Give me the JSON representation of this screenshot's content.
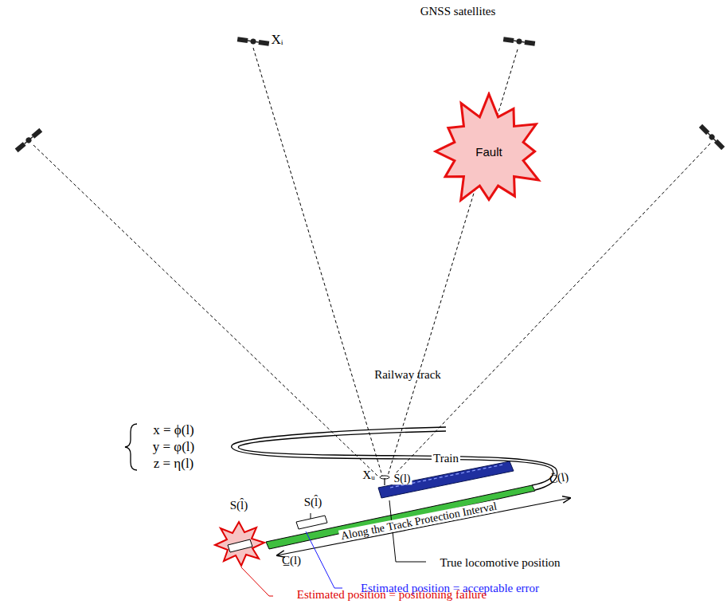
{
  "diagram": {
    "title": "GNSS satellites",
    "nodes": [
      {
        "text": [
          "Fault"
        ]
      }
    ],
    "labels": [
      "Xᵢ",
      "Railway track",
      "x = ϕ(l)",
      "y = φ(l)",
      "z = η(l)",
      "Xᵤ",
      "S(l)",
      "Train",
      "C̄(l)",
      "S(l̂)",
      "S(l̂)",
      "Along the Track Protection Interval",
      "C̲(l)",
      "True locomotive position",
      "Estimated position = acceptable error",
      "Estimated position = positioning failure"
    ]
  }
}
